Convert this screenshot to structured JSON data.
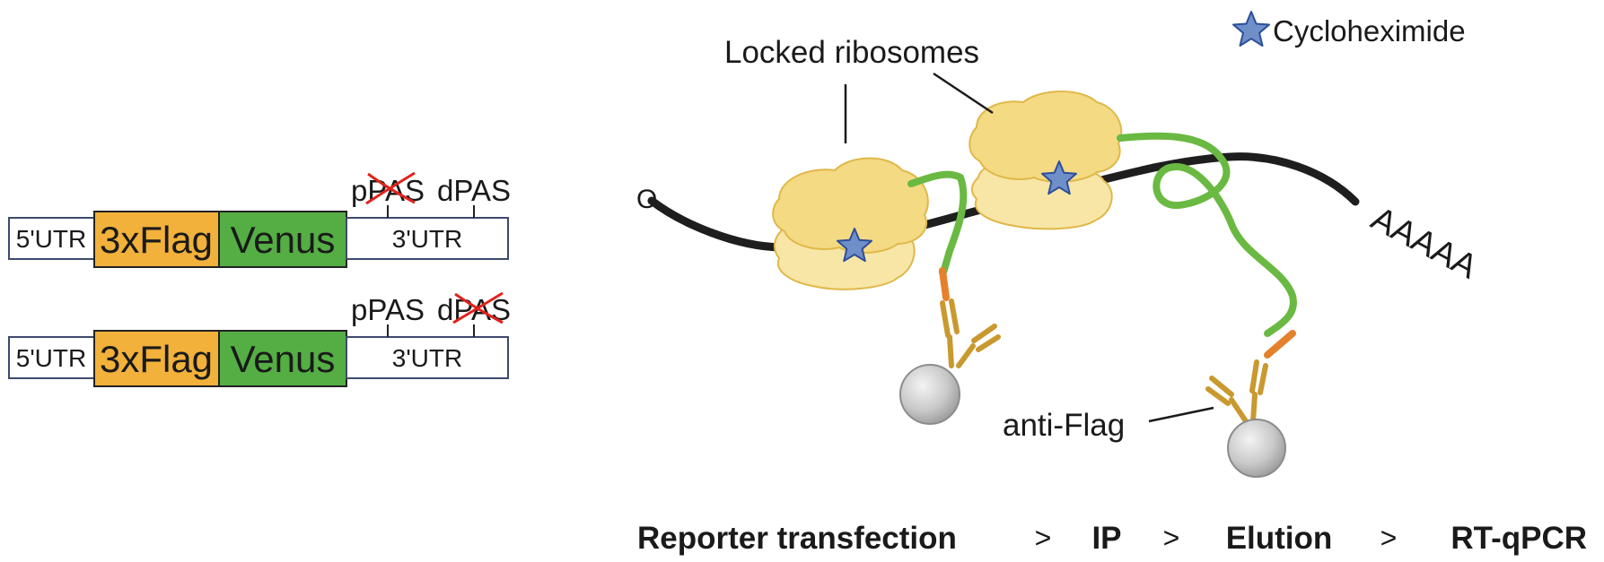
{
  "legend": {
    "icon": "star-icon",
    "label": "Cycloheximide",
    "color": "#6f8fc9"
  },
  "constructs": [
    {
      "id": "construct-ppas-mutated",
      "segments": {
        "utr5": "5'UTR",
        "flag": "3xFlag",
        "venus": "Venus",
        "utr3": "3'UTR"
      },
      "sites": [
        {
          "label": "pPAS",
          "mutated": true
        },
        {
          "label": "dPAS",
          "mutated": false
        }
      ]
    },
    {
      "id": "construct-dpas-mutated",
      "segments": {
        "utr5": "5'UTR",
        "flag": "3xFlag",
        "venus": "Venus",
        "utr3": "3'UTR"
      },
      "sites": [
        {
          "label": "pPAS",
          "mutated": false
        },
        {
          "label": "dPAS",
          "mutated": true
        }
      ]
    }
  ],
  "schematic": {
    "ribosome_label": "Locked ribosomes",
    "cap_label": "O",
    "polya_label": "AAAAA",
    "antibody_label": "anti-Flag"
  },
  "workflow": {
    "steps": [
      "Reporter transfection",
      "IP",
      "Elution",
      "RT-qPCR"
    ],
    "separator": ">"
  },
  "colors": {
    "utr_fill": "#ffffff",
    "utr_stroke": "#3d4a6b",
    "flag": "#f2b13b",
    "venus": "#54ae44",
    "mutation_cross": "#e0231b",
    "mrna": "#1e1e1e",
    "peptide": "#6ab942",
    "flag_tag": "#e5812c",
    "ribosome_large": "#f3da83",
    "ribosome_small": "#f7e6a6",
    "antibody": "#c9992f",
    "bead": "#c8c8c8"
  }
}
